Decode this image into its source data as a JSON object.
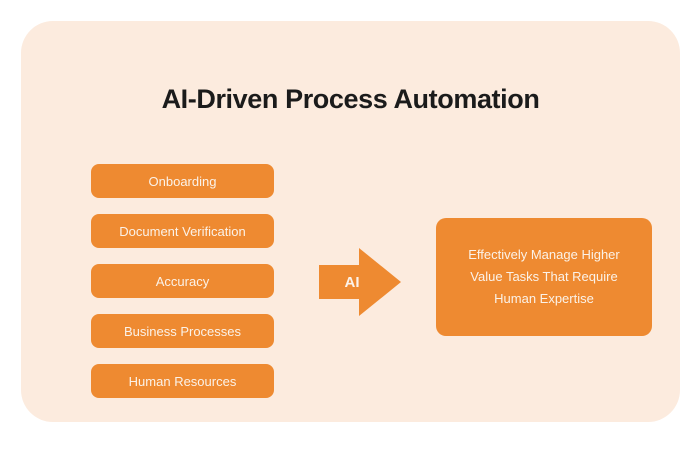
{
  "title": "AI-Driven Process Automation",
  "items": [
    {
      "label": "Onboarding"
    },
    {
      "label": "Document Verification"
    },
    {
      "label": "Accuracy"
    },
    {
      "label": "Business Processes"
    },
    {
      "label": "Human Resources"
    }
  ],
  "arrow": {
    "label": "AI"
  },
  "outcome": {
    "text": "Effectively Manage Higher Value Tasks That Require Human Expertise"
  },
  "colors": {
    "page_background": "#FFFFFF",
    "panel_background": "#FCEBDE",
    "accent_orange": "#EE8A31",
    "title_text": "#1B1B1B",
    "light_text": "#FBF2E8"
  }
}
